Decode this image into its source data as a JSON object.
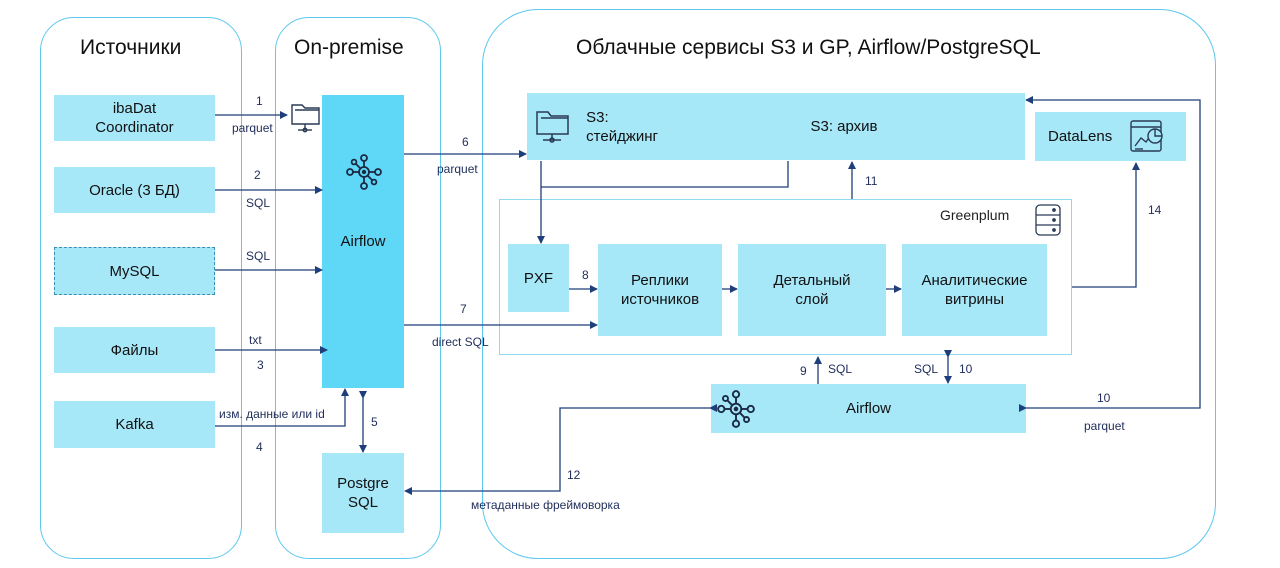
{
  "columns": {
    "sources_title": "Источники",
    "onprem_title": "On-premise",
    "cloud_title": "Облачные сервисы S3 и GP, Airflow/PostgreSQL"
  },
  "sources": {
    "ibadat": "ibaDat\nCoordinator",
    "oracle": "Oracle (3 БД)",
    "mysql": "MySQL",
    "files": "Файлы",
    "kafka": "Kafka"
  },
  "onprem": {
    "airflow": "Airflow",
    "postgres": "Postgre\nSQL"
  },
  "cloud": {
    "s3_staging": "S3:\nстейджинг",
    "s3_archive": "S3: архив",
    "datalens": "DataLens",
    "greenplum": "Greenplum",
    "pxf": "PXF",
    "replicas": "Реплики\nисточников",
    "detail": "Детальный\nслой",
    "marts": "Аналитические\nвитрины",
    "airflow": "Airflow"
  },
  "flows": {
    "f1_num": "1",
    "f1_lbl": "parquet",
    "f2_num": "2",
    "f2_lbl": "SQL",
    "f_mysql_lbl": "SQL",
    "f3_lbl": "txt",
    "f3_num": "3",
    "f4_lbl": "изм. данные или id",
    "f4_num": "4",
    "f5_num": "5",
    "f6_num": "6",
    "f6_lbl": "parquet",
    "f7_num": "7",
    "f7_lbl": "direct SQL",
    "f8_num": "8",
    "f9_num": "9",
    "f9_lbl": "SQL",
    "f10a_lbl": "SQL",
    "f10a_num": "10",
    "f10b_num": "10",
    "f10b_lbl": "parquet",
    "f11_num": "11",
    "f12_num": "12",
    "f12_lbl": "метаданные фреймоворка",
    "f14_num": "14"
  },
  "colors": {
    "panel_border": "#5cc8ee",
    "box_fill": "#a6e7f8",
    "airflow_fill": "#5fd7f7",
    "arrow": "#1f3f7a"
  },
  "icons": [
    "folder-network-icon",
    "airflow-icon",
    "database-stack-icon",
    "dashboard-icon"
  ]
}
